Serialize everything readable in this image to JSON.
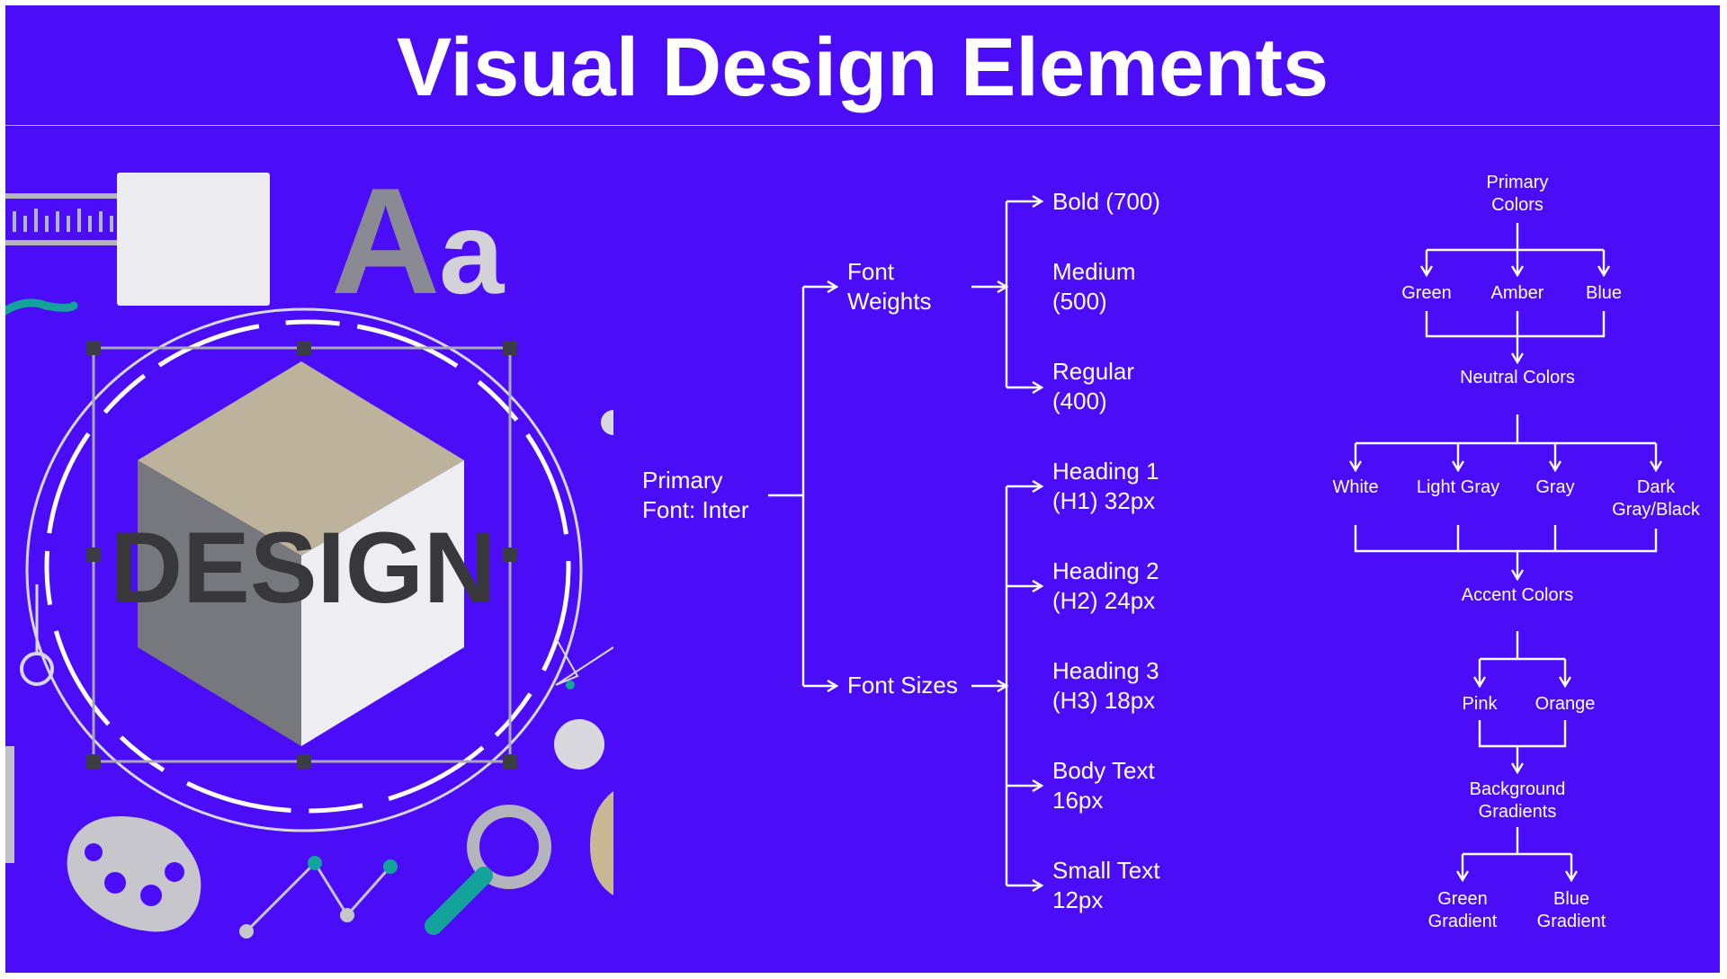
{
  "title": "Visual Design Elements",
  "illustration": {
    "badge_text": "DESIGN",
    "glyph_text": "Aa"
  },
  "typography": {
    "root": "Primary Font: Inter",
    "weights": {
      "label": "Font Weights",
      "items": [
        "Bold (700)",
        "Medium (500)",
        "Regular (400)"
      ]
    },
    "sizes": {
      "label": "Font Sizes",
      "items": [
        "Heading 1 (H1) 32px",
        "Heading 2 (H2) 24px",
        "Heading 3 (H3) 18px",
        "Body Text 16px",
        "Small Text 12px"
      ]
    }
  },
  "colors": {
    "primary": {
      "label": "Primary Colors",
      "items": [
        "Green",
        "Amber",
        "Blue"
      ]
    },
    "neutral": {
      "label": "Neutral Colors",
      "items": [
        "White",
        "Light Gray",
        "Gray",
        "Dark Gray/Black"
      ]
    },
    "accent": {
      "label": "Accent Colors",
      "items": [
        "Pink",
        "Orange"
      ]
    },
    "background": {
      "label": "Background Gradients",
      "items": [
        "Green Gradient",
        "Blue Gradient"
      ]
    }
  },
  "palette": {
    "background": "#4b0cf8",
    "line": "#ffffff",
    "cube_top": "#bdb29a",
    "cube_left": "#77777e",
    "cube_right": "#eeeef2",
    "text_dark": "#38383c",
    "teal": "#14a39a"
  }
}
